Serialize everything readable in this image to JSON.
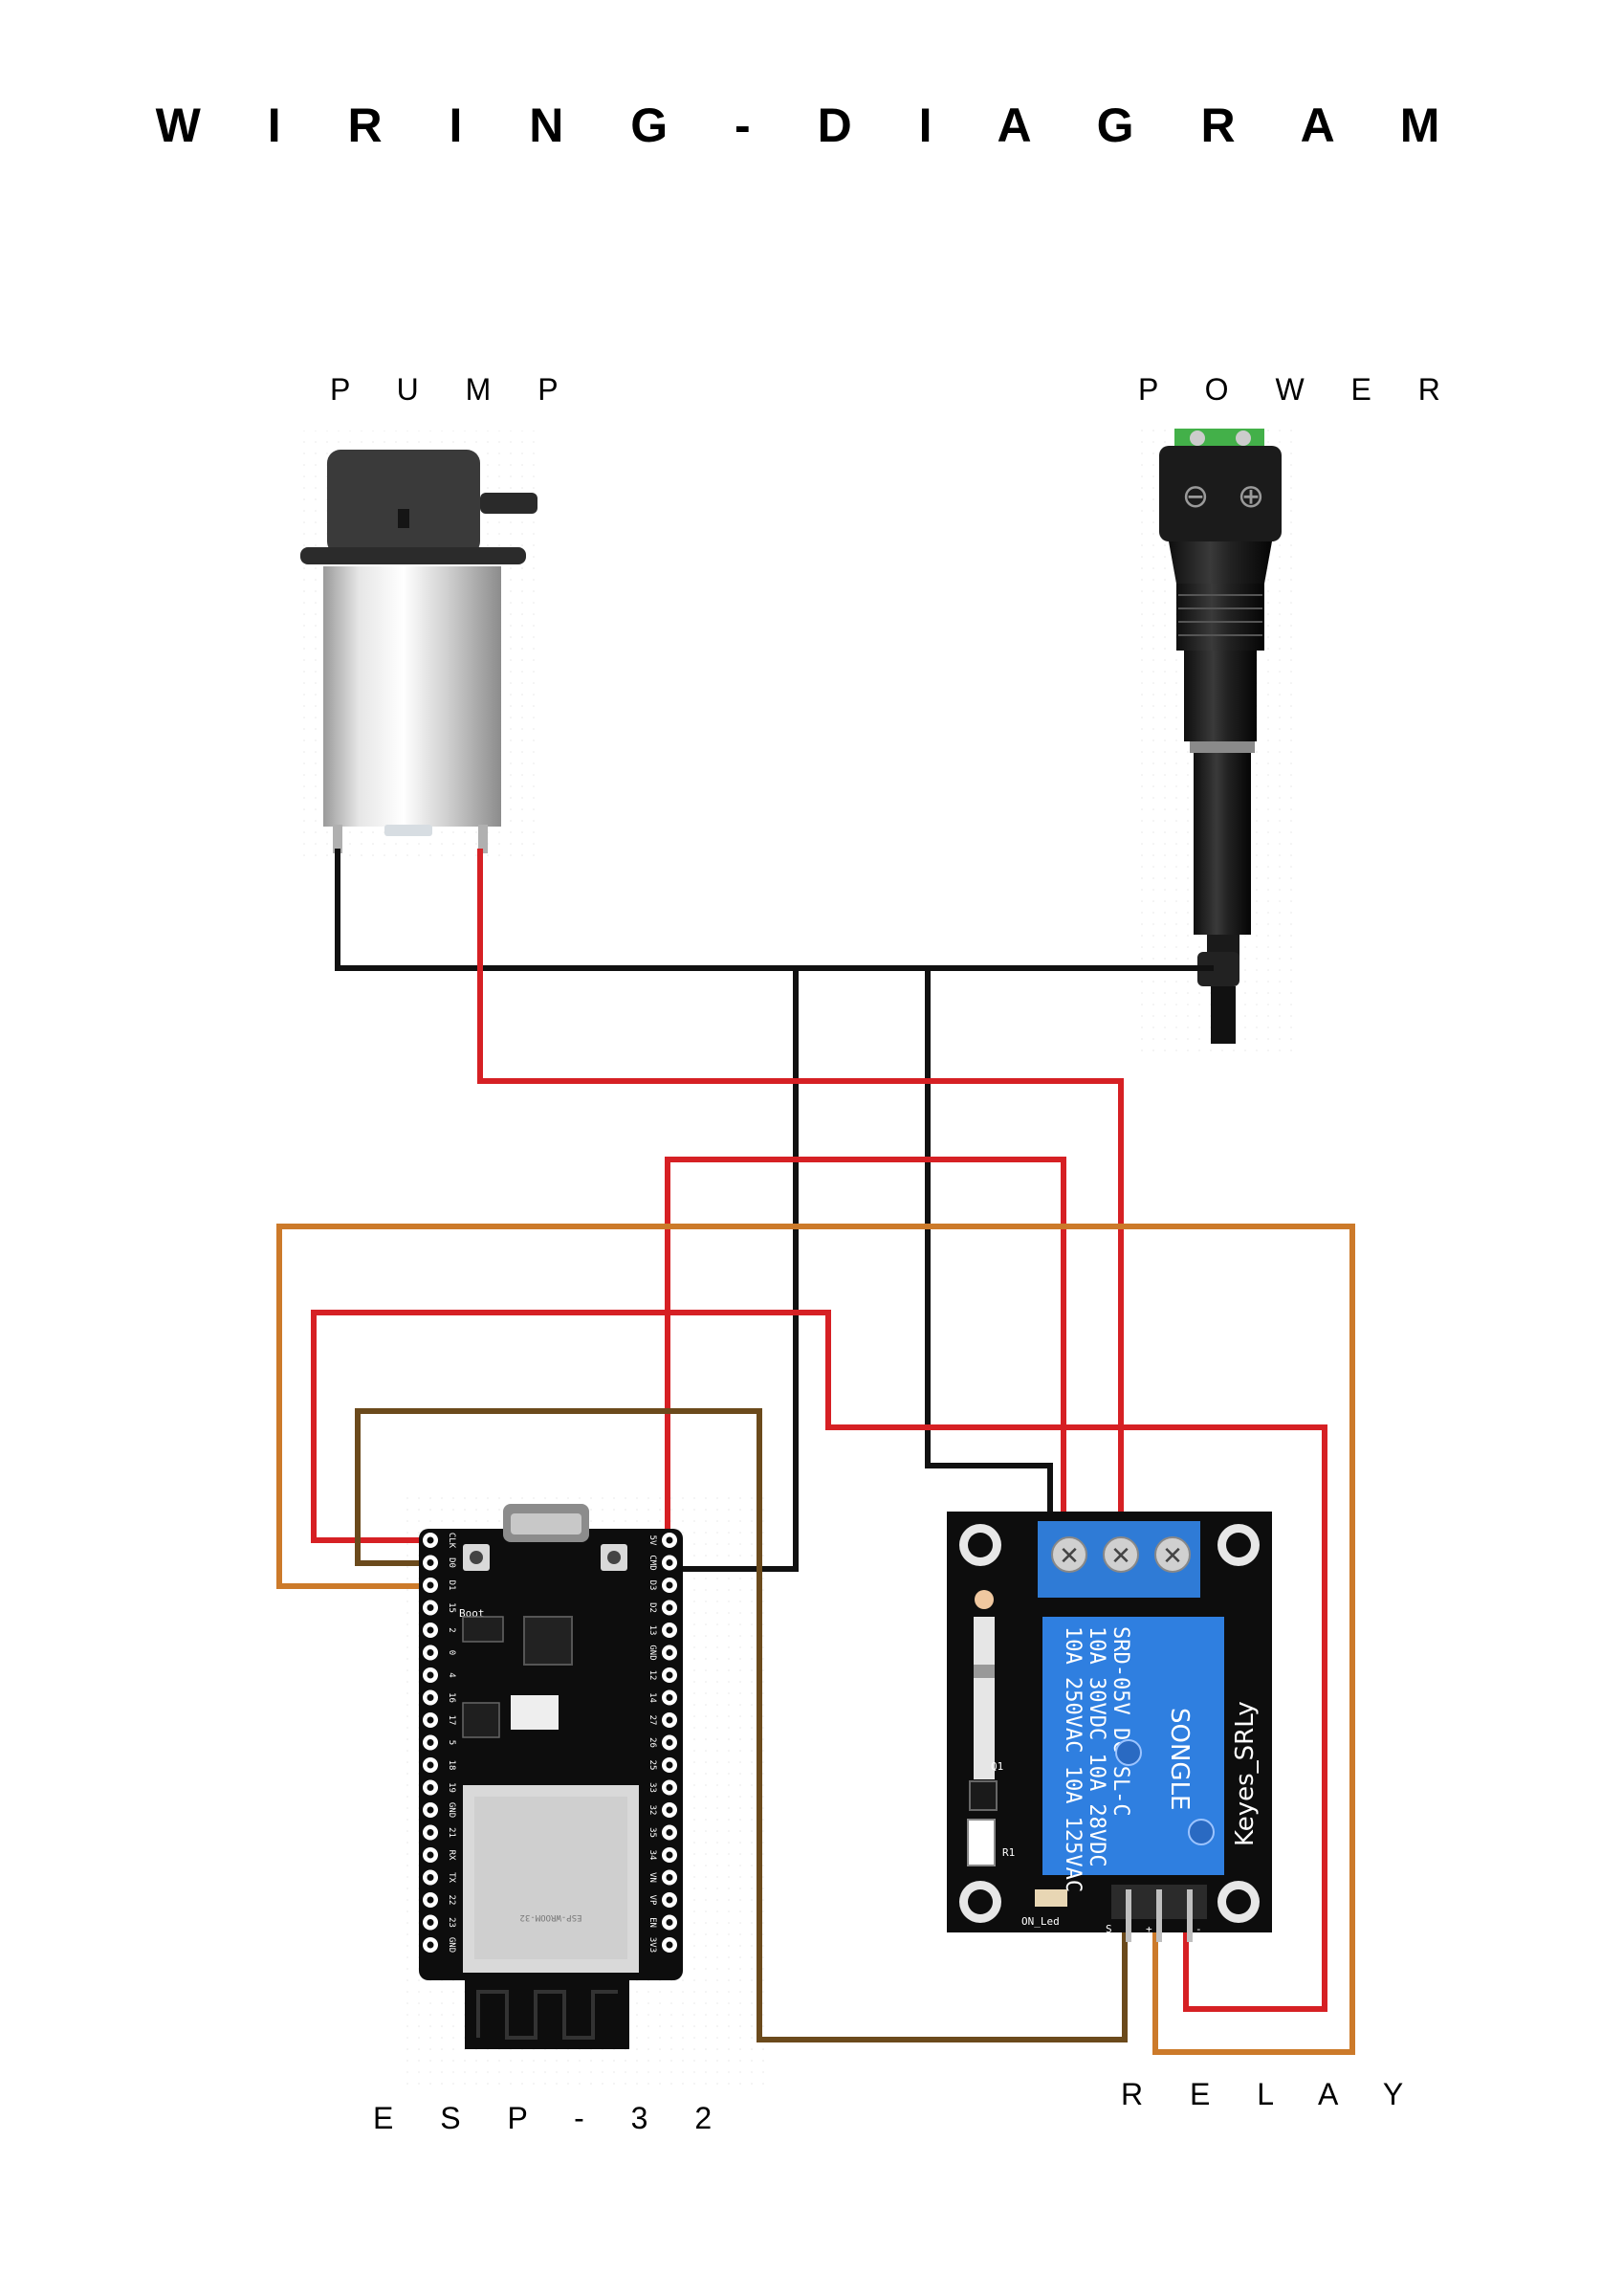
{
  "title": "W I R I N G - D I A G R A M",
  "labels": {
    "pump": "P U M P",
    "power": "P O W E R",
    "esp32": "E S P - 3 2",
    "relay": "R E L A Y"
  },
  "esp32_board": {
    "boot_label": "Boot",
    "module_text": "ESP-WROOM-32",
    "left_pins": [
      "CLK",
      "D0",
      "D1",
      "15",
      "2",
      "0",
      "4",
      "16",
      "17",
      "5",
      "18",
      "19",
      "GND",
      "21",
      "RX",
      "TX",
      "22",
      "23",
      "GND"
    ],
    "right_pins": [
      "5V",
      "CMD",
      "D3",
      "D2",
      "13",
      "GND",
      "12",
      "14",
      "27",
      "26",
      "25",
      "33",
      "32",
      "35",
      "34",
      "VN",
      "VP",
      "EN",
      "3V3"
    ]
  },
  "relay_module": {
    "brand_name": "Keyes_SRLy",
    "maker": "SONGLE",
    "relay_lines": [
      "10A 250VAC 10A 125VAC",
      "10A 30VDC 10A 28VDC",
      "SRD-05V DC-SL-C"
    ],
    "led_label": "ON_Led",
    "q1_label": "Q1",
    "r1_label": "R1",
    "pin_labels": [
      "S",
      "+",
      "-"
    ]
  },
  "power_jack": {
    "minus_symbol": "⊖",
    "plus_symbol": "⊕"
  },
  "colors": {
    "wire_black": "#111111",
    "wire_red": "#d62024",
    "wire_orange": "#cc7a2a",
    "wire_brown": "#6b4a1c",
    "terminal_blue": "#2f7bd6",
    "relay_blue": "#2f7fe0",
    "board_black": "#0d0d0d",
    "connector_green": "#43b049"
  }
}
